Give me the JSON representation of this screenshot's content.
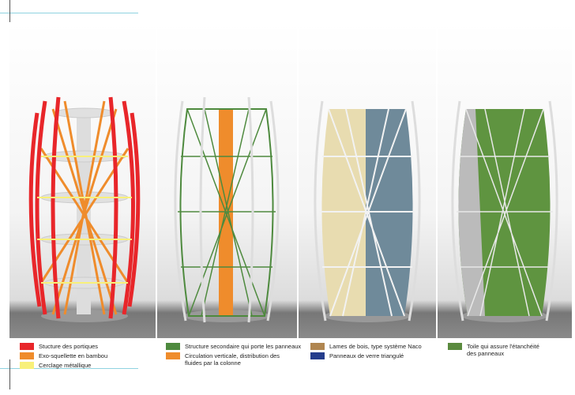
{
  "legend": {
    "col1": [
      {
        "label": "Stucture des portiques",
        "color": "#e8262a"
      },
      {
        "label": "Exo-squellette en bambou",
        "color": "#ef8c2c"
      },
      {
        "label": "Cerclage métallique",
        "color": "#f8f07a"
      }
    ],
    "col2": [
      {
        "label": "Structure secondaire qui porte les panneaux",
        "color": "#4e8a3e"
      },
      {
        "label": "Circulation verticale, distribution des fluides par la colonne",
        "color": "#ef8c2c"
      }
    ],
    "col3": [
      {
        "label": "Lames de bois, type système Naco",
        "color": "#b08650"
      },
      {
        "label": "Panneaux de verre triangulé",
        "color": "#253d8c"
      }
    ],
    "col4": [
      {
        "label": "Toile qui assure l'étanchéité des panneaux",
        "color": "#5a8a3e"
      }
    ]
  }
}
